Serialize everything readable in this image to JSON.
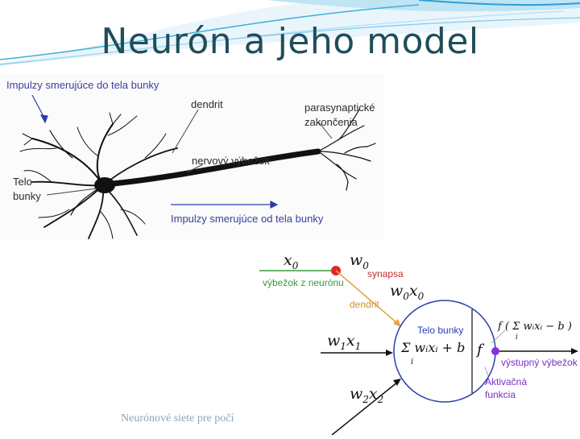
{
  "slide": {
    "title": "Neurón a jeho model",
    "footer": "Neurónové siete pre počí"
  },
  "neuron_image": {
    "impulses_in": "Impulzy smerujúce do tela bunky",
    "dendrit": "dendrit",
    "parasynaptic_1": "parasynaptické",
    "parasynaptic_2": "zakončenia",
    "nerve_process": "nervový výbežok",
    "cell_body_1": "Telo",
    "cell_body_2": "bunky",
    "impulses_out": "Impulzy smerujúce od tela bunky"
  },
  "model_image": {
    "x0": "x",
    "x0_sub": "0",
    "w0": "w",
    "w0_sub": "0",
    "synapse": "synapsa",
    "axon_from_neuron": "výbežok z neurónu",
    "w0x0_a": "w",
    "w0x0_a_sub": "0",
    "w0x0_b": "x",
    "w0x0_b_sub": "0",
    "dendrit": "dendrit",
    "cell_body": "Telo bunky",
    "w1x1_a": "w",
    "w1x1_a_sub": "1",
    "w1x1_b": "x",
    "w1x1_b_sub": "1",
    "sum_expr": "Σ wᵢxᵢ + b",
    "sum_index": "i",
    "f_label": "f",
    "f_expr": "f ( Σ wᵢxᵢ − b )",
    "f_index": "i",
    "output_axon": "výstupný výbežok",
    "activation_1": "Aktivačná",
    "activation_2": "funkcia",
    "w2x2_a": "w",
    "w2x2_a_sub": "2",
    "w2x2_b": "x",
    "w2x2_b_sub": "2"
  },
  "colors": {
    "title": "#1f4e5b",
    "synapse_dot": "#e5242a",
    "output_dot": "#8a2be2",
    "axon_green": "#3a9a3a",
    "dendrit_orange": "#e6a23c",
    "cell_circle": "#2a3fb0"
  }
}
